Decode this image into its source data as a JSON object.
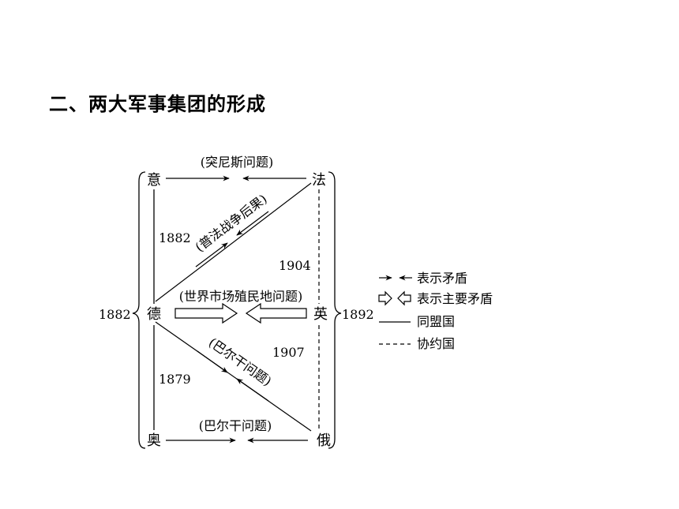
{
  "heading": "二、两大军事集团的形成",
  "nodes": {
    "italy": "意",
    "france": "法",
    "germany": "德",
    "britain": "英",
    "austria": "奥",
    "russia": "俄"
  },
  "labels": {
    "tunisia": "(突尼斯问题)",
    "franco_prussian": "(普法战争后果)",
    "colonial": "(世界市场殖民地问题)",
    "balkan_diag": "(巴尔干问题)",
    "balkan_bottom": "(巴尔干问题)"
  },
  "years": {
    "triple_alliance": "1882",
    "germany_italy": "1882",
    "germany_austria": "1879",
    "entente": "1892",
    "france_britain": "1904",
    "britain_russia": "1907"
  },
  "legend": {
    "conflict": "表示矛盾",
    "major_conflict": "表示主要矛盾",
    "alliance": "同盟国",
    "entente": "协约国"
  }
}
